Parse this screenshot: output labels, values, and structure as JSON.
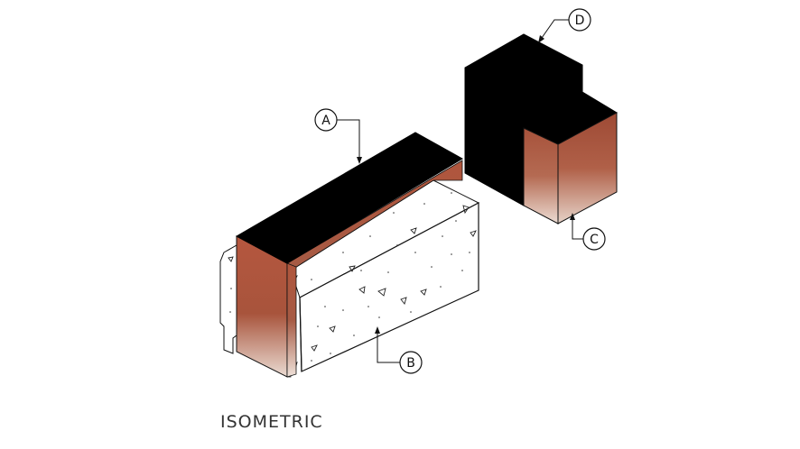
{
  "caption": "ISOMETRIC",
  "callouts": {
    "a": "A",
    "b": "B",
    "c": "C",
    "d": "D"
  },
  "colors": {
    "membrane": "#000000",
    "copper_dark": "#a8543c",
    "copper_light": "#e9d6cc",
    "block_fill": "#ffffff",
    "line": "#111111"
  }
}
